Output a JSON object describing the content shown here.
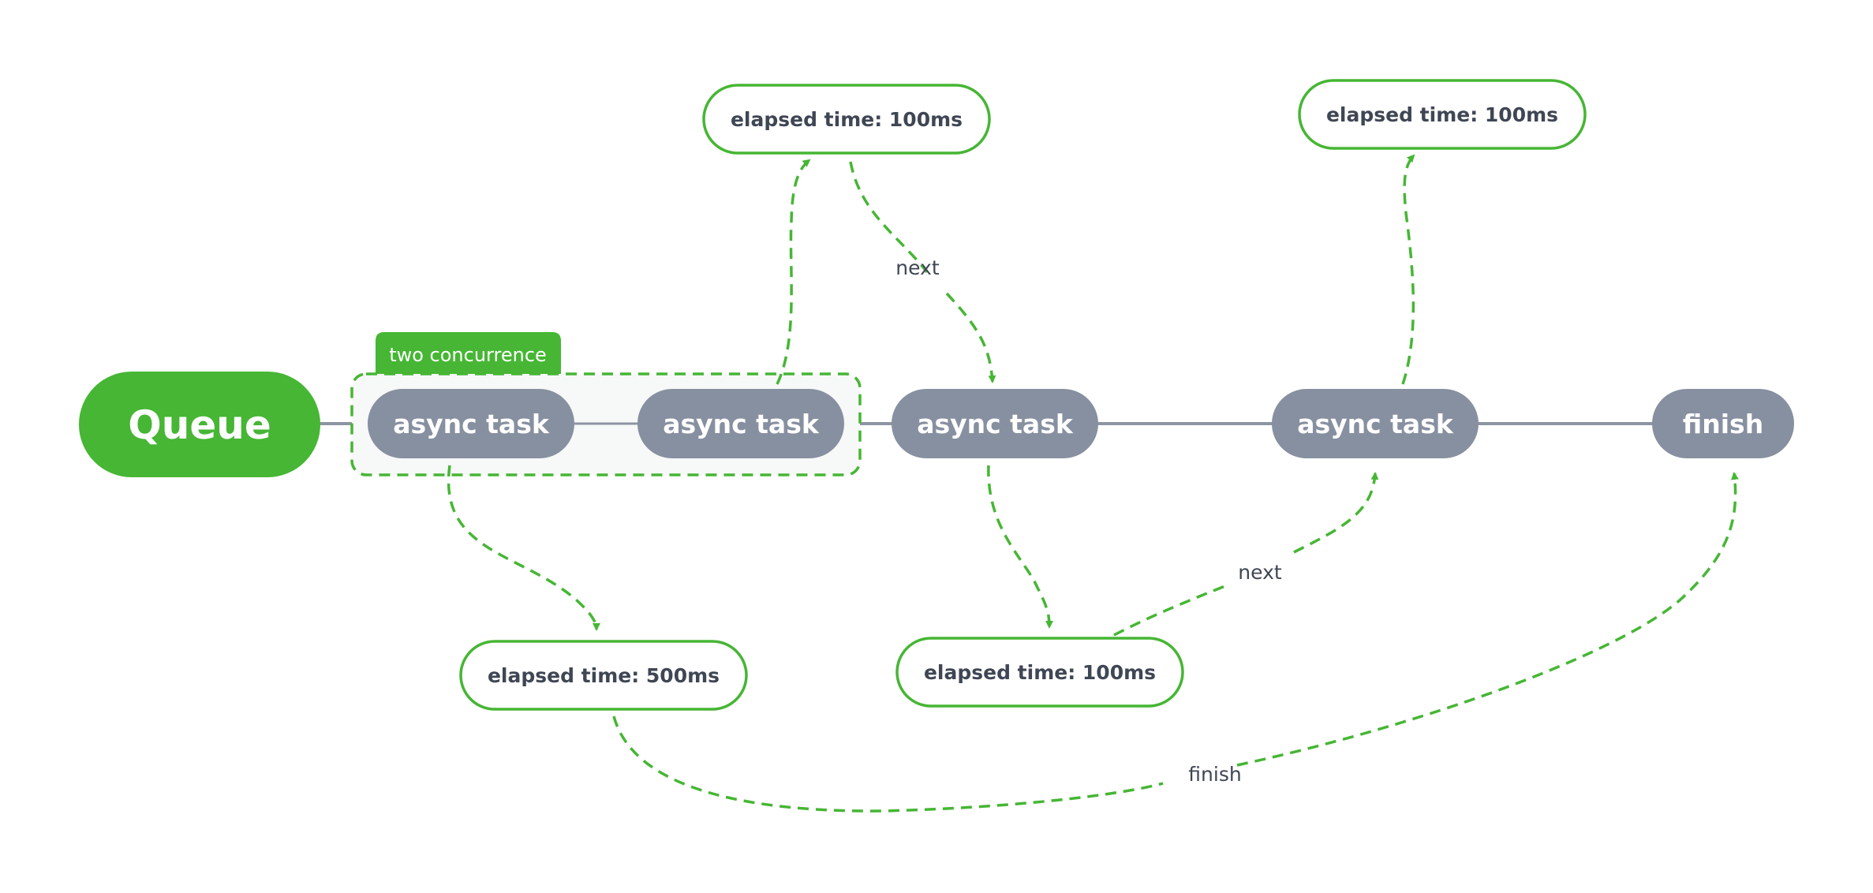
{
  "colors": {
    "green": "#46b634",
    "task_gray": "#8790a0",
    "main_line": "#8d95a2",
    "text_dark": "#3f4654",
    "group_fill": "#f7f8f8"
  },
  "queue": {
    "label": "Queue"
  },
  "group": {
    "tag": "two concurrence"
  },
  "tasks": [
    {
      "label": "async task"
    },
    {
      "label": "async task"
    },
    {
      "label": "async task"
    },
    {
      "label": "async task"
    }
  ],
  "finish_node": {
    "label": "finish"
  },
  "elapsed": [
    {
      "label": "elapsed time: 500ms"
    },
    {
      "label": "elapsed time: 100ms"
    },
    {
      "label": "elapsed time: 100ms"
    },
    {
      "label": "elapsed time: 100ms"
    }
  ],
  "edge_labels": {
    "next_top": "next",
    "next_bottom": "next",
    "finish": "finish"
  }
}
